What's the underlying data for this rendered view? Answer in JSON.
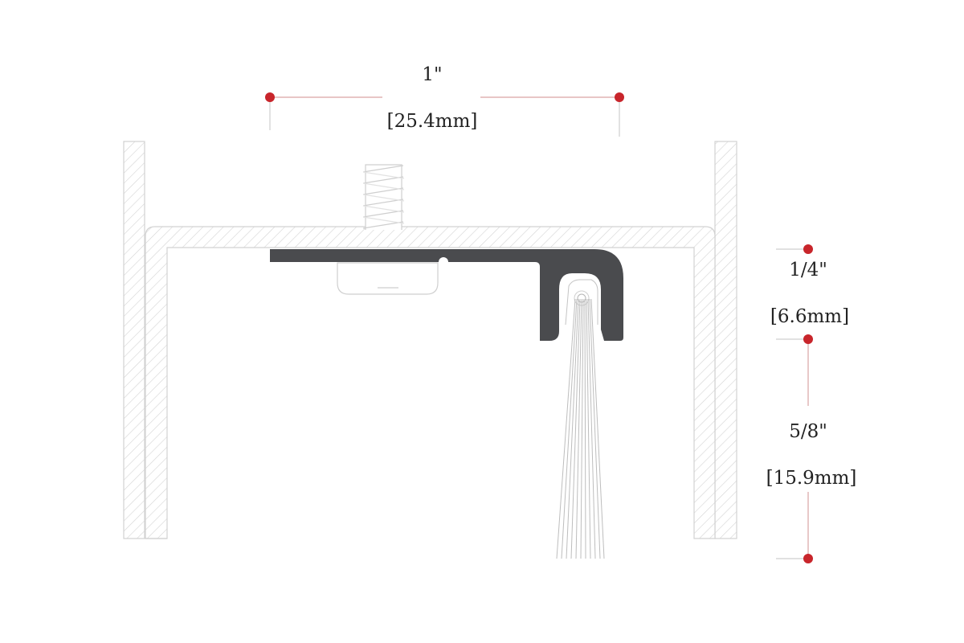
{
  "dimensions": {
    "width": {
      "imperial": "1\"",
      "metric": "[25.4mm]"
    },
    "flange": {
      "imperial": "1/4\"",
      "metric": "[6.6mm]"
    },
    "brush": {
      "imperial": "5/8\"",
      "metric": "[15.9mm]"
    }
  },
  "colors": {
    "marker": "#c8252b",
    "dimension_line": "#d9a3a3",
    "hatch": "#cfcfcf",
    "profile": "#4a4b4e",
    "brush": "#bdbdbd"
  }
}
